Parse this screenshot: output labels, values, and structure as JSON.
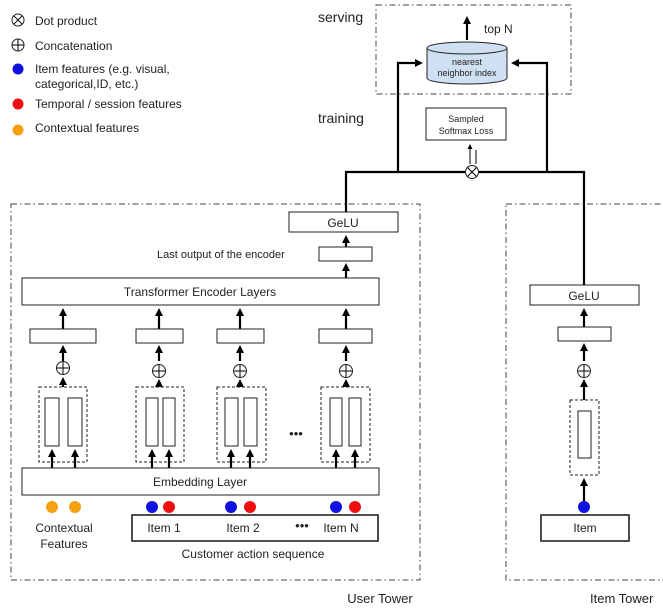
{
  "legend": {
    "dot_product": "Dot product",
    "concatenation": "Concatenation",
    "item_features_line1": "Item features (e.g. visual,",
    "item_features_line2": "categorical,ID, etc.)",
    "temporal_features": "Temporal / session features",
    "contextual_features": "Contextual features"
  },
  "colors": {
    "item": "#1010e0",
    "temporal": "#ee1010",
    "contextual": "#f5a010",
    "index_fill": "#cfe0f3"
  },
  "serving": {
    "label": "serving",
    "top_n": "top N",
    "index_line1": "nearest",
    "index_line2": "neighbor index"
  },
  "training": {
    "label": "training",
    "loss_line1": "Sampled",
    "loss_line2": "Softmax Loss"
  },
  "user_tower": {
    "label": "User Tower",
    "gelu": "GeLU",
    "last_output": "Last output of the encoder",
    "transformer": "Transformer Encoder Layers",
    "embedding": "Embedding Layer",
    "contextual_line1": "Contextual",
    "contextual_line2": "Features",
    "items": [
      "Item 1",
      "Item 2",
      "Item N"
    ],
    "ellipsis": "•••",
    "sequence_caption": "Customer action sequence"
  },
  "item_tower": {
    "label": "Item Tower",
    "gelu": "GeLU",
    "item": "Item"
  }
}
